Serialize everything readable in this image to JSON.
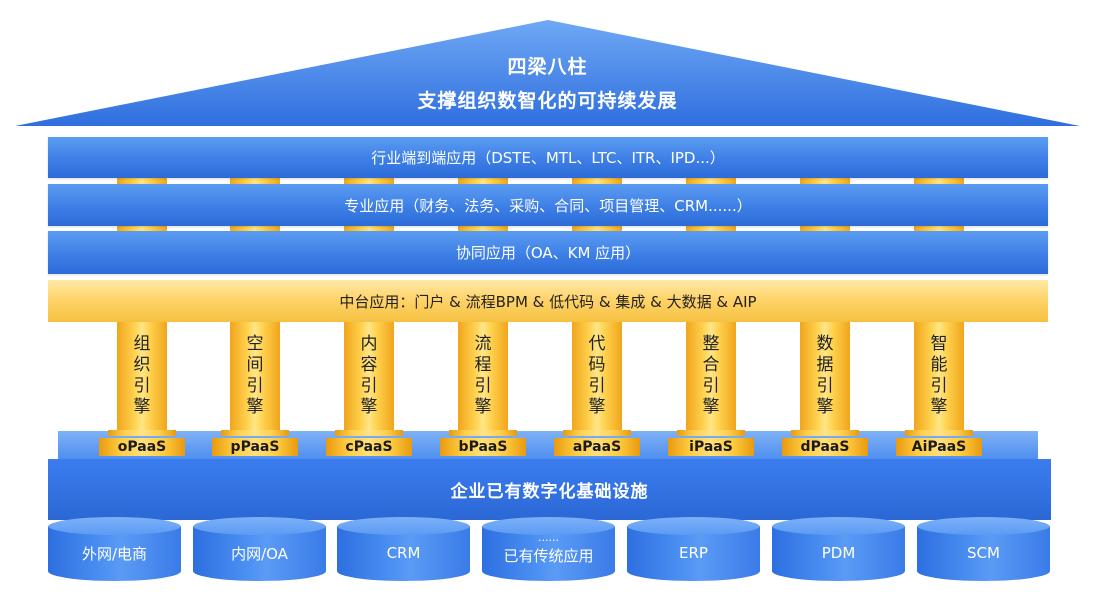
{
  "roof": {
    "title": "四梁八柱",
    "subtitle": "支撑组织数智化的可持续发展"
  },
  "bands": {
    "e2e": "行业端到端应用（DSTE、MTL、LTC、ITR、IPD...）",
    "pro": "专业应用（财务、法务、采购、合同、项目管理、CRM......）",
    "collab": "协同应用（OA、KM 应用）",
    "middle": "中台应用：门户 & 流程BPM & 低代码 & 集成 & 大数据 & AIP"
  },
  "pillars": [
    {
      "chars": [
        "组",
        "织",
        "引",
        "擎"
      ],
      "paas": "oPaaS"
    },
    {
      "chars": [
        "空",
        "间",
        "引",
        "擎"
      ],
      "paas": "pPaaS"
    },
    {
      "chars": [
        "内",
        "容",
        "引",
        "擎"
      ],
      "paas": "cPaaS"
    },
    {
      "chars": [
        "流",
        "程",
        "引",
        "擎"
      ],
      "paas": "bPaaS"
    },
    {
      "chars": [
        "代",
        "码",
        "引",
        "擎"
      ],
      "paas": "aPaaS"
    },
    {
      "chars": [
        "整",
        "合",
        "引",
        "擎"
      ],
      "paas": "iPaaS"
    },
    {
      "chars": [
        "数",
        "据",
        "引",
        "擎"
      ],
      "paas": "dPaaS"
    },
    {
      "chars": [
        "智",
        "能",
        "引",
        "擎"
      ],
      "paas": "AiPaaS"
    }
  ],
  "base": {
    "label": "企业已有数字化基础设施"
  },
  "systems": {
    "s1": "外网/电商",
    "s2": "内网/OA",
    "s3": "CRM",
    "s4_dots": "......",
    "s4": "已有传统应用",
    "s5": "ERP",
    "s6": "PDM",
    "s7": "SCM"
  },
  "colors": {
    "blue": "#3d7fe6",
    "gold": "#ffd24f",
    "roof": "#4a88ea"
  }
}
